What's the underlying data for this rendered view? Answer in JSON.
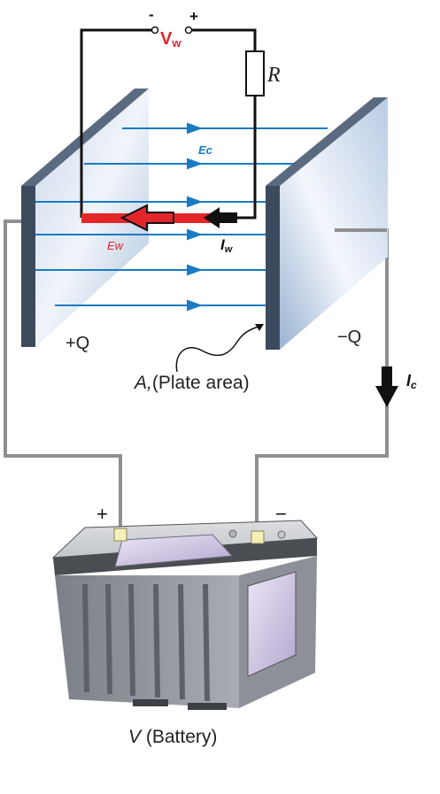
{
  "voltmeter": {
    "minus": "-",
    "plus": "+",
    "label_main": "V",
    "label_sub": "w"
  },
  "resistor": {
    "label": "R"
  },
  "field": {
    "ec_label": "Ec",
    "ew_label": "Ew",
    "iw_main": "I",
    "iw_sub": "w"
  },
  "plates": {
    "left_charge": "+Q",
    "right_charge": "−Q",
    "area_symbol": "A,",
    "area_text": "(Plate area)"
  },
  "current": {
    "ic_main": "I",
    "ic_sub": "c"
  },
  "battery": {
    "plus_sign": "+",
    "minus_sign": "−",
    "symbol": "V",
    "text": "(Battery)"
  },
  "colors": {
    "field_line": "#1a7bc4",
    "wire_red": "#e3262a",
    "plate": "#9fb6d2",
    "battery_body": "#8a8e95"
  }
}
